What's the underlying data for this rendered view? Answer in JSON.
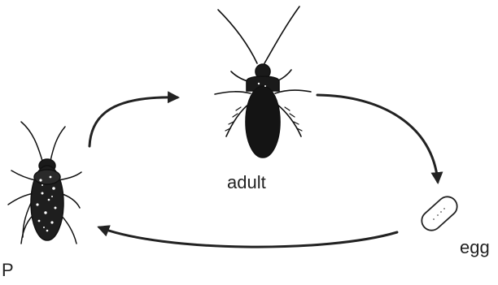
{
  "labels": {
    "adult": "adult",
    "egg": "egg",
    "nymph": "P"
  },
  "icons": {
    "adult": "cockroach-adult-icon",
    "egg": "cockroach-egg-icon",
    "nymph": "cockroach-nymph-icon"
  },
  "colors": {
    "ink": "#222222",
    "background": "#ffffff"
  }
}
